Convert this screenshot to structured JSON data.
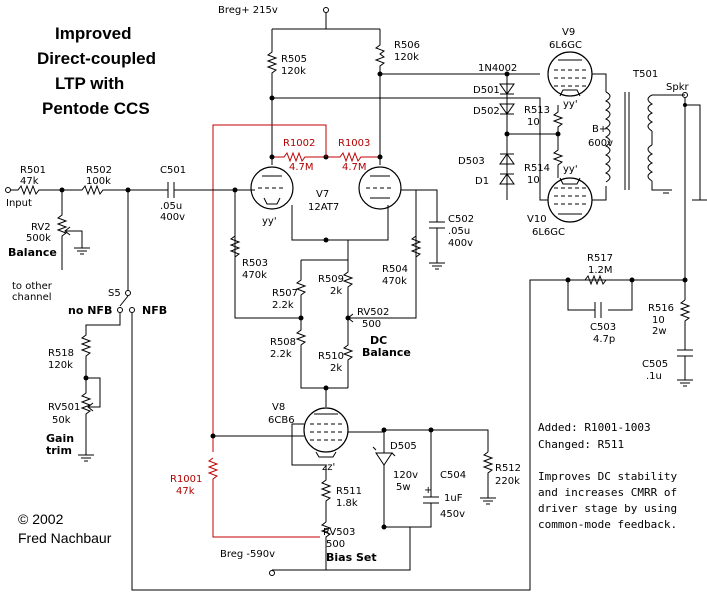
{
  "title": [
    "Improved",
    "Direct-coupled",
    "LTP with",
    "Pentode CCS"
  ],
  "supply_top": "Breg+ 215v",
  "supply_bottom": "Breg -590v",
  "copyright": [
    "© 2002",
    "Fred Nachbaur"
  ],
  "notes": {
    "added": "Added:   R1001-1003",
    "changed": "Changed: R511",
    "desc": [
      "Improves DC stability",
      "and increases CMRR of",
      "driver stage by using",
      "common-mode feedback."
    ]
  },
  "components": {
    "R501": [
      "R501",
      "47k"
    ],
    "R502": [
      "R502",
      "100k"
    ],
    "C501": [
      "C501",
      ".05u",
      "400v"
    ],
    "RV2": [
      "RV2",
      "500k"
    ],
    "balance": "Balance",
    "input": "Input",
    "to_other": [
      "to other",
      "channel"
    ],
    "S5": "S5",
    "no_nfb": "no NFB",
    "nfb": "NFB",
    "R518": [
      "R518",
      "120k"
    ],
    "RV501": [
      "RV501",
      "50k"
    ],
    "gain_trim": [
      "Gain",
      "trim"
    ],
    "R505": [
      "R505",
      "120k"
    ],
    "R506": [
      "R506",
      "120k"
    ],
    "R1002": [
      "R1002",
      "4.7M"
    ],
    "R1003": [
      "R1003",
      "4.7M"
    ],
    "V7": [
      "V7",
      "12AT7"
    ],
    "yy1": "yy'",
    "R503": [
      "R503",
      "470k"
    ],
    "R504": [
      "R504",
      "470k"
    ],
    "C502": [
      "C502",
      ".05u",
      "400v"
    ],
    "R507": [
      "R507",
      "2.2k"
    ],
    "R509": [
      "R509",
      "2k"
    ],
    "RV502": [
      "RV502",
      "500"
    ],
    "dc_balance": [
      "DC",
      "Balance"
    ],
    "R508": [
      "R508",
      "2.2k"
    ],
    "R510": [
      "R510",
      "2k"
    ],
    "V8": [
      "V8",
      "6CB6"
    ],
    "zz": "zz'",
    "R1001": [
      "R1001",
      "47k"
    ],
    "R511": [
      "R511",
      "1.8k"
    ],
    "RV503": [
      "RV503",
      "500"
    ],
    "bias_set": "Bias Set",
    "D505": [
      "D505",
      "120v",
      "5w"
    ],
    "C504": [
      "C504",
      "1uF",
      "450v"
    ],
    "R512": [
      "R512",
      "220k"
    ],
    "D1N4002": "1N4002",
    "D501": "D501",
    "D502": "D502",
    "D503": "D503",
    "D1": "D1",
    "R513": [
      "R513",
      "10"
    ],
    "R514": [
      "R514",
      "10"
    ],
    "V9": [
      "V9",
      "6L6GC"
    ],
    "V10": [
      "V10",
      "6L6GC"
    ],
    "yy2": "yy'",
    "yy3": "yy'",
    "Bplus": [
      "B+",
      "600v"
    ],
    "T501": "T501",
    "spkr": "Spkr",
    "R517": [
      "R517",
      "1.2M"
    ],
    "C503": [
      "C503",
      "4.7p"
    ],
    "R516": [
      "R516",
      "10",
      "2w"
    ],
    "C505": [
      "C505",
      ".1u"
    ]
  }
}
